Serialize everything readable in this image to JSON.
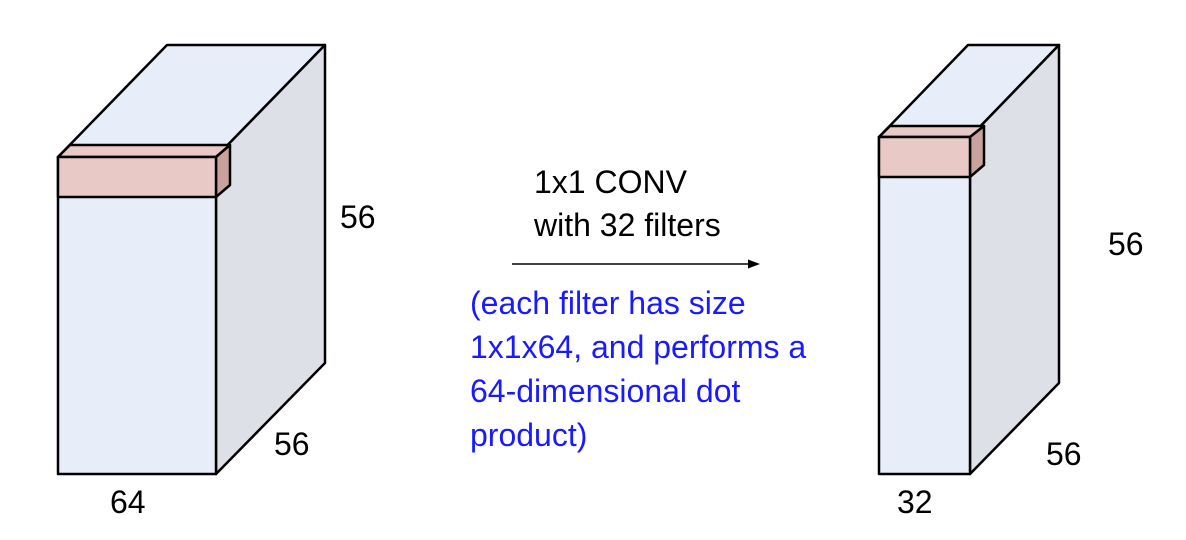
{
  "colors": {
    "face_front": "#e8eef9",
    "face_top": "#e8eef9",
    "face_side": "#dde0e6",
    "slice_front": "#e8c9c6",
    "slice_side": "#c9a19d",
    "slice_top": "#e8c9c6",
    "annotation_blue": "#1a1aff"
  },
  "input_volume": {
    "depth_label": "64",
    "width_label": "56",
    "height_label": "56"
  },
  "output_volume": {
    "depth_label": "32",
    "width_label": "56",
    "height_label": "56"
  },
  "operation": {
    "line1": "1x1 CONV",
    "line2": "with 32 filters"
  },
  "note": {
    "lines": [
      "(each filter has size",
      "1x1x64, and performs a",
      "64-dimensional dot",
      "product)"
    ]
  }
}
